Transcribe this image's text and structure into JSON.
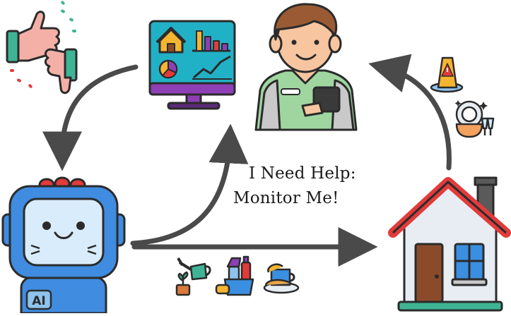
{
  "caption": {
    "line1": "I Need Help:",
    "line2": "Monitor Me!"
  },
  "robot": {
    "badge": "AI"
  },
  "colors": {
    "arrow": "#4a4a4a",
    "outline": "#2b2b2b",
    "screen_teal": "#21b1c6",
    "monitor_purple": "#8e3fb5",
    "roof_red": "#e23b3b",
    "house_wall": "#e8edf4",
    "door_brown": "#8a4b2a",
    "window_blue": "#3b8fe0",
    "robot_blue": "#3f8ce0",
    "robot_face": "#d9ecfb",
    "shirt_green": "#9fd6a0",
    "skin": "#f7c59f",
    "hair": "#9a5a34",
    "thumb_skin": "#f4b0a7",
    "thumb_cuff": "#3fb494"
  },
  "icons": [
    "thumbs-up-down-icon",
    "dashboard-monitor-icon",
    "caregiver-person-icon",
    "ai-robot-icon",
    "house-icon",
    "wet-floor-sign-icon",
    "dishes-icon",
    "watering-can-plant-icon",
    "cleaning-supplies-icon",
    "dirty-dishes-icon"
  ]
}
